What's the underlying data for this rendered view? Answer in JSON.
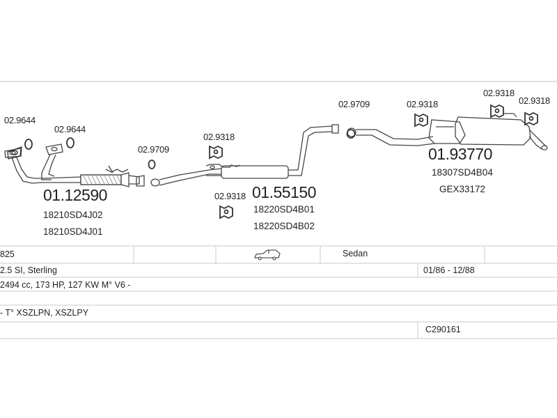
{
  "diagram": {
    "parts": [
      {
        "id": "front-pipe",
        "number": "01.12590",
        "codes": [
          "18210SD4J02",
          "18210SD4J01"
        ],
        "accessories": [
          "02.9644",
          "02.9644"
        ]
      },
      {
        "id": "middle-silencer",
        "number": "01.55150",
        "codes": [
          "18220SD4B01",
          "18220SD4B02"
        ],
        "accessories": [
          "02.9709",
          "02.9318",
          "02.9318"
        ]
      },
      {
        "id": "rear-silencer",
        "number": "01.93770",
        "codes": [
          "18307SD4B04",
          "GEX33172"
        ],
        "accessories": [
          "02.9709",
          "02.9318",
          "02.9318",
          "02.9318"
        ]
      }
    ]
  },
  "table": {
    "row1": {
      "model": "825",
      "body": "Sedan",
      "body_icon": "car-sedan-icon"
    },
    "row2": {
      "variant": "2.5 SI, Sterling",
      "period": "01/86 - 12/88"
    },
    "row3": {
      "engine": "2494 cc, 173 HP, 127 KW M° V6 -"
    },
    "row4": {
      "type_codes": "- T° XSZLPN, XSZLPY"
    },
    "row5": {
      "catalog_ref": "C290161"
    }
  },
  "colors": {
    "line": "#444444",
    "hatch": "#9a9a9a",
    "table_line": "#c8c8c8",
    "text": "#222222"
  }
}
